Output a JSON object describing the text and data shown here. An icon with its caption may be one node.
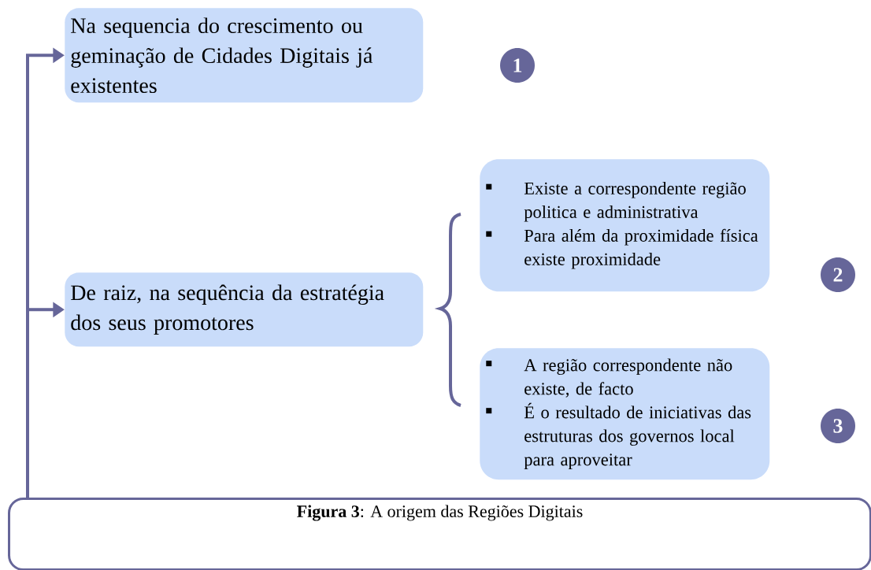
{
  "diagram": {
    "nodes": [
      {
        "text": [
          "Na sequencia do crescimento ou geminação de Cidades Digitais já existentes"
        ]
      },
      {
        "text": [
          "1"
        ]
      },
      {
        "text": [
          "De raiz, na sequência da estratégia dos seus promotores"
        ]
      },
      {
        "text": [
          "Existe a correspondente região politica e administrativa",
          "Para além da proximidade física existe proximidade"
        ]
      },
      {
        "text": [
          "2"
        ]
      },
      {
        "text": [
          "A região correspondente não existe, de facto",
          "É o resultado de iniciativas das estruturas dos governos local para aproveitar"
        ]
      },
      {
        "text": [
          "3"
        ]
      },
      {
        "text": [
          "**Figura 3**: A origem das Regiões Digitais"
        ]
      }
    ],
    "edges": [
      {
        "from": 7,
        "to": 0,
        "arrow": "to"
      },
      {
        "from": 7,
        "to": 2,
        "arrow": "to"
      }
    ]
  }
}
